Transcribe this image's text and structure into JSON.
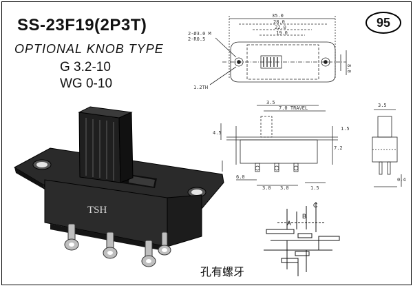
{
  "header": {
    "model": "SS-23F19(2P3T)",
    "knob_note": "OPTIONAL KNOB TYPE",
    "spec_g": "G 3.2-10",
    "spec_wg": "WG 0-10"
  },
  "page_number": "95",
  "product": {
    "brand_mark": "TSH"
  },
  "note": "孔有螺牙",
  "schematic_labels": {
    "a": "A",
    "b": "B",
    "c": "C"
  },
  "icons": {
    "photo": "slide-switch-photo",
    "top_view": "top-view-drawing",
    "side_view": "side-view-drawing",
    "end_view": "end-view-drawing",
    "schematic": "circuit-schematic"
  }
}
